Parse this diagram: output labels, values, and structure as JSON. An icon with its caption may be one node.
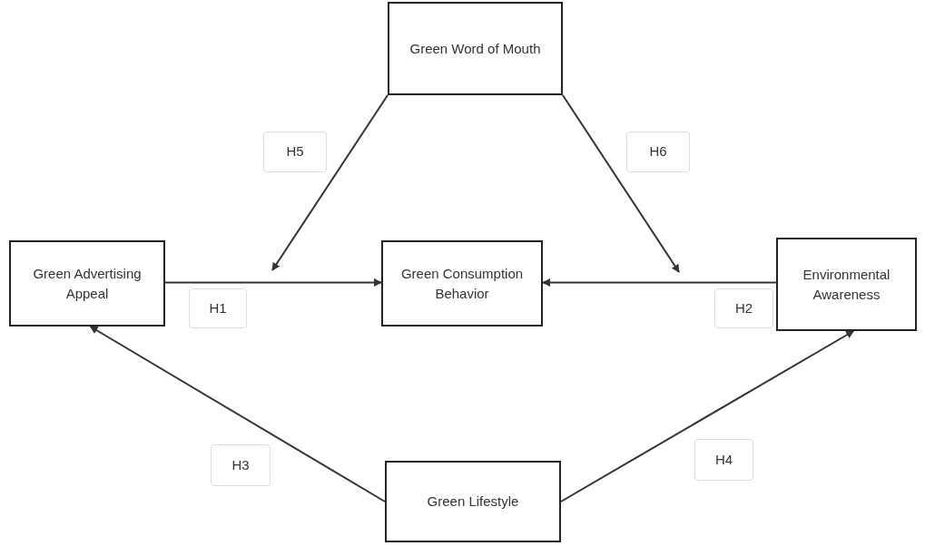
{
  "diagram": {
    "nodes": [
      {
        "text": [
          "Green Word of Mouth"
        ]
      },
      {
        "text": [
          "Green Advertising Appeal"
        ]
      },
      {
        "text": [
          "Green Consumption Behavior"
        ]
      },
      {
        "text": [
          "Environmental Awareness"
        ]
      },
      {
        "text": [
          "Green Lifestyle"
        ]
      },
      {
        "text": [
          "H5"
        ]
      },
      {
        "text": [
          "H6"
        ]
      },
      {
        "text": [
          "H1"
        ]
      },
      {
        "text": [
          "H2"
        ]
      },
      {
        "text": [
          "H3"
        ]
      },
      {
        "text": [
          "H4"
        ]
      }
    ],
    "edges": [
      {
        "from": 1,
        "to": 2,
        "arrow": "to"
      },
      {
        "from": 3,
        "to": 2,
        "arrow": "to"
      },
      {
        "from": 4,
        "to": 1,
        "arrow": "to"
      },
      {
        "from": 4,
        "to": 3,
        "arrow": "to"
      },
      {
        "from": 0,
        "to": null,
        "arrow": "to"
      },
      {
        "from": 0,
        "to": null,
        "arrow": "to"
      }
    ]
  }
}
